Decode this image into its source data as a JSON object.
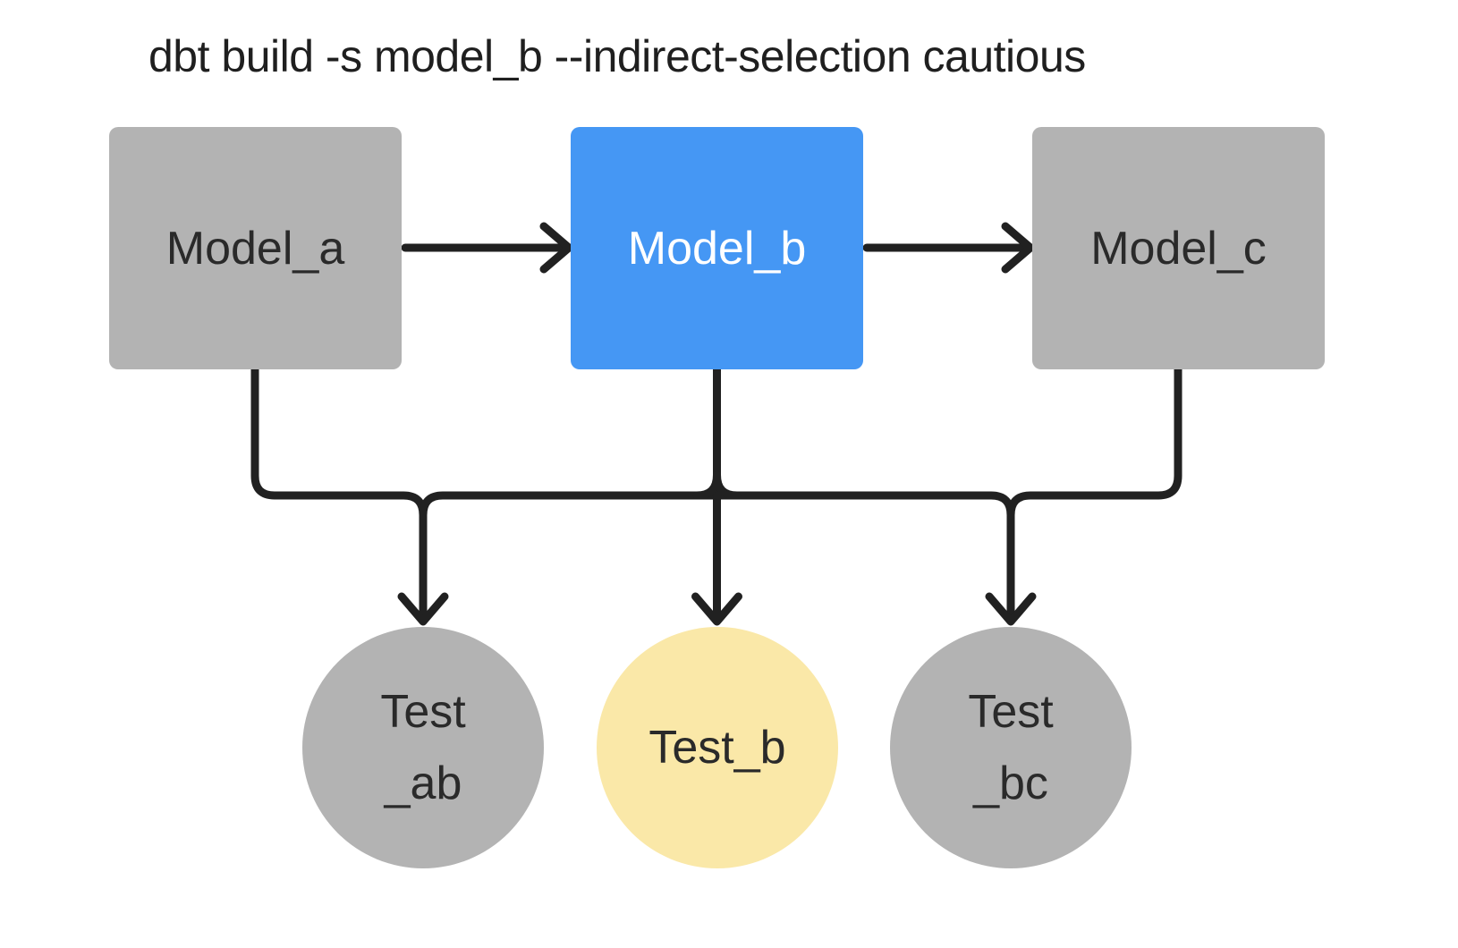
{
  "title": "dbt build -s model_b --indirect-selection cautious",
  "models": [
    {
      "label": "Model_a",
      "state": "unselected"
    },
    {
      "label": "Model_b",
      "state": "selected"
    },
    {
      "label": "Model_c",
      "state": "unselected"
    }
  ],
  "tests": [
    {
      "label_lines": [
        "Test",
        "_ab"
      ],
      "state": "unselected"
    },
    {
      "label_lines": [
        "Test_b"
      ],
      "state": "selected"
    },
    {
      "label_lines": [
        "Test",
        "_bc"
      ],
      "state": "unselected"
    }
  ],
  "colors": {
    "selected_model": "#4597F4",
    "unselected_node": "#B3B3B3",
    "selected_test": "#FAE8A8",
    "line": "#212121",
    "text_dark": "#2A2A2A",
    "text_light": "#FFFFFF",
    "title_text": "#1F1F1F",
    "background": "#FFFFFF"
  }
}
